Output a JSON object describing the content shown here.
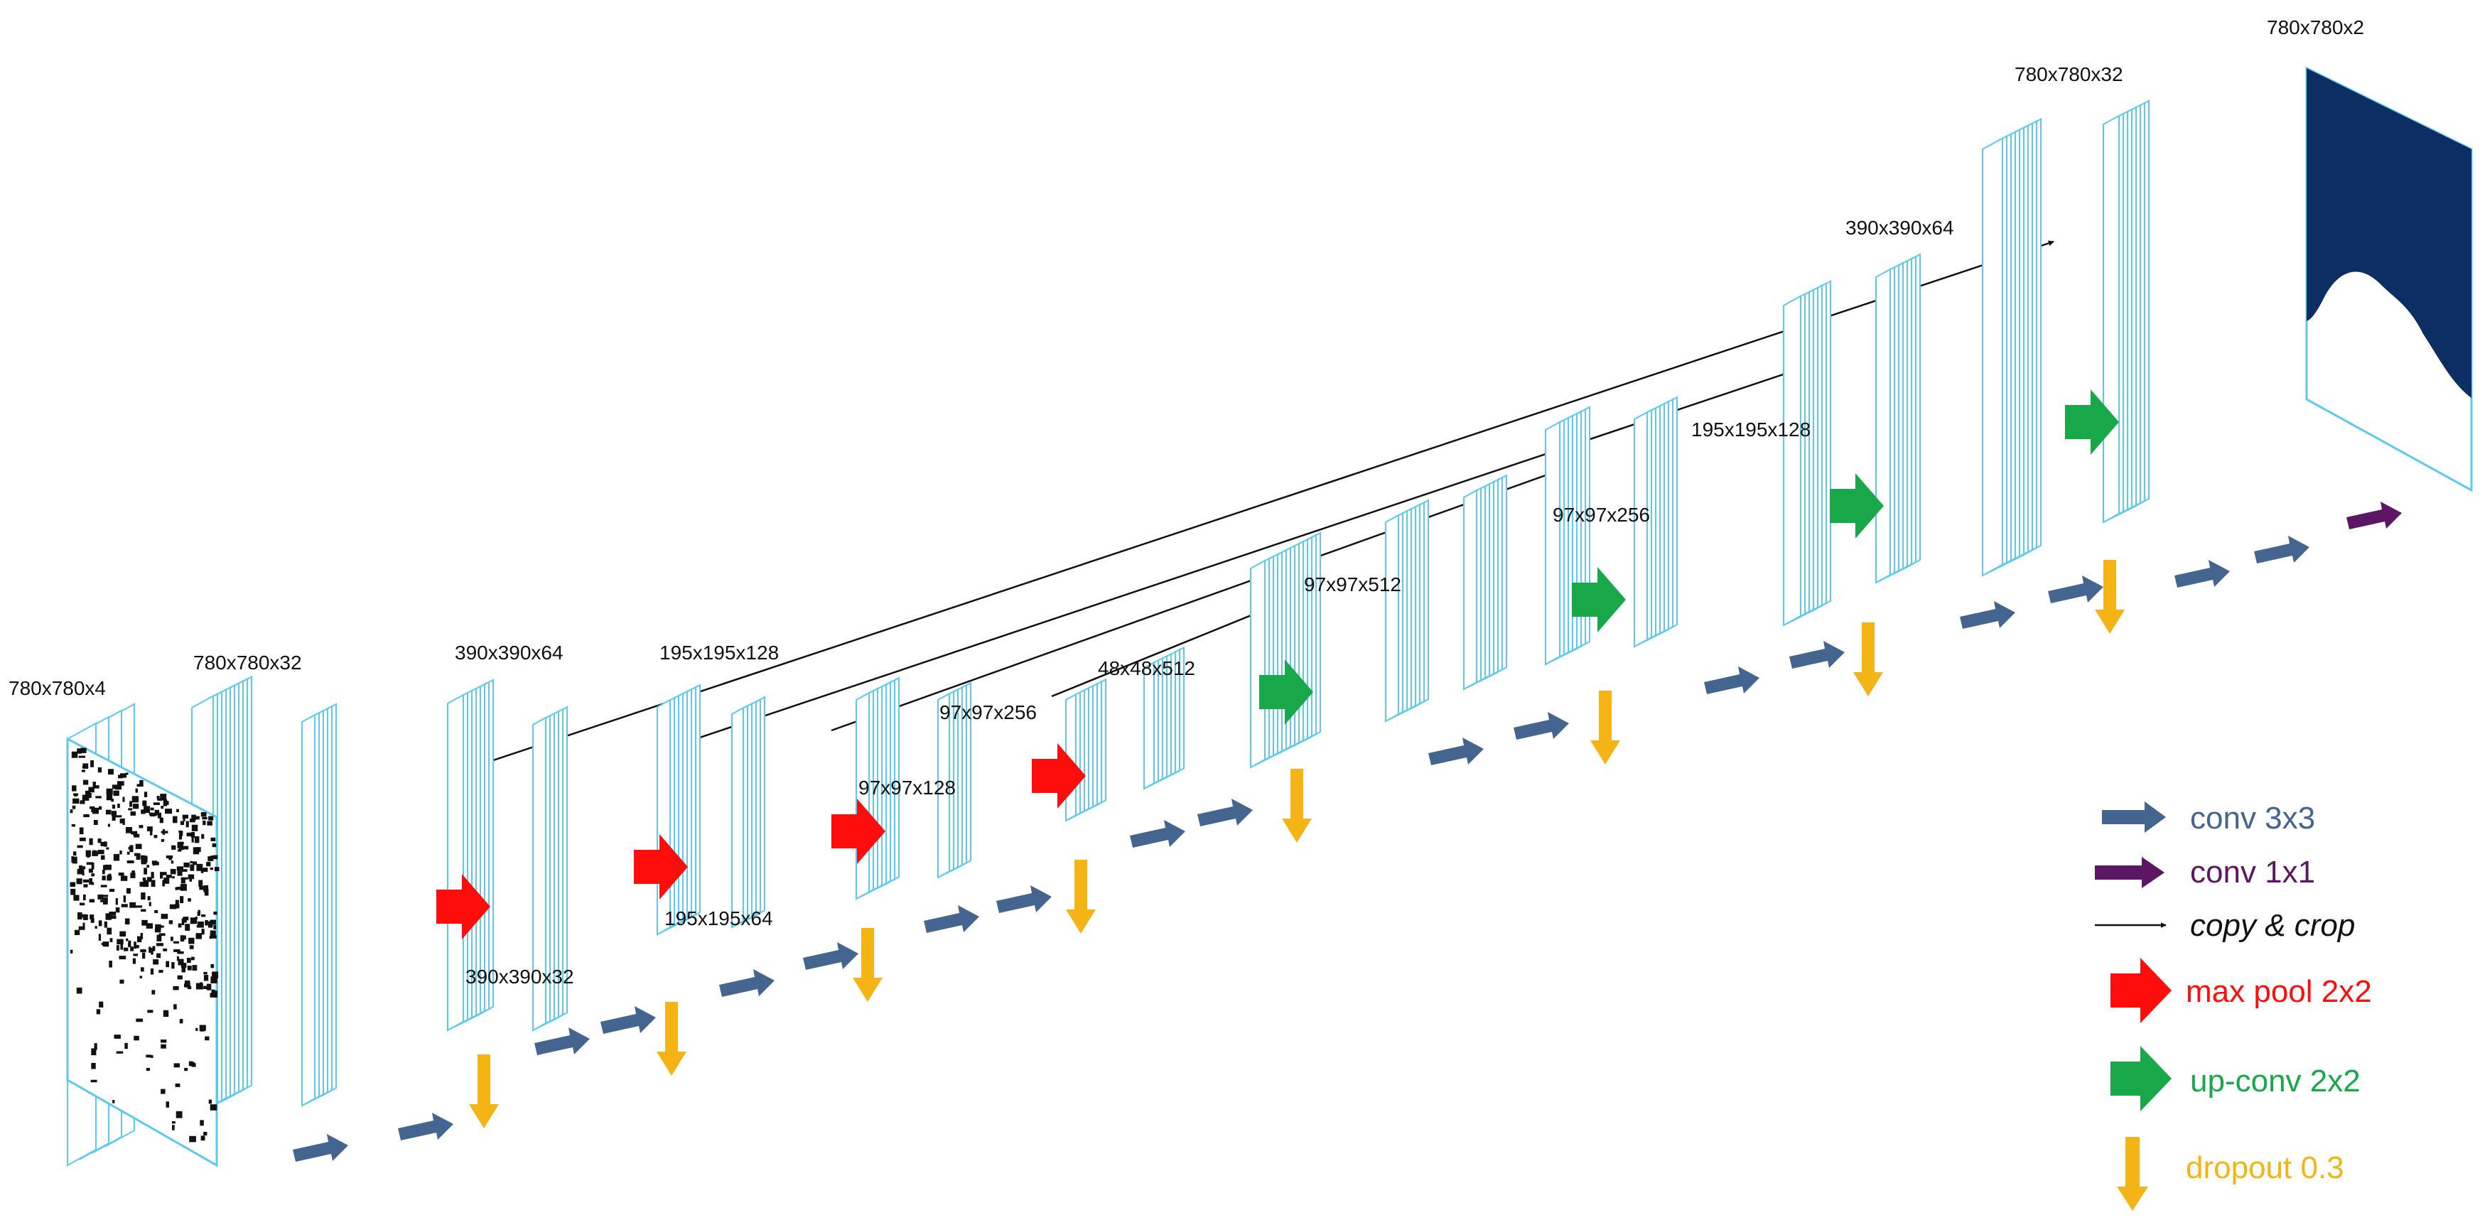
{
  "colors": {
    "panel_fill": "#ffffff",
    "panel_edge": "#5ccaf0",
    "conv3x3": "#44658f",
    "conv1x1": "#5d1663",
    "copy_crop": "#111111",
    "max_pool": "#ff0c0c",
    "up_conv": "#18a84a",
    "dropout": "#f4b416",
    "output_mask": "#0d2e63"
  },
  "labels": {
    "input": "780x780x4",
    "enc1": "780x780x32",
    "enc2_top": "390x390x64",
    "enc2_bottom": "390x390x32",
    "enc3_top": "195x195x128",
    "enc3_bottom": "195x195x64",
    "enc4_a": "97x97x256",
    "enc4_b": "97x97x128",
    "bott_small": "48x48x512",
    "bott_up": "97x97x512",
    "dec4": "97x97x256",
    "dec3": "195x195x128",
    "dec2": "390x390x64",
    "dec1": "780x780x32",
    "output": "780x780x2"
  },
  "legend": [
    {
      "key": "conv3x3",
      "icon": "arrow-right-navy",
      "label": "conv 3x3"
    },
    {
      "key": "conv1x1",
      "icon": "arrow-right-purple",
      "label": "conv 1x1"
    },
    {
      "key": "copy_crop",
      "icon": "thin-arrow-right-black",
      "label": "copy & crop"
    },
    {
      "key": "max_pool",
      "icon": "arrow-right-red",
      "label": "max pool 2x2"
    },
    {
      "key": "up_conv",
      "icon": "arrow-right-green",
      "label": "up-conv 2x2"
    },
    {
      "key": "dropout",
      "icon": "arrow-down-yellow",
      "label": "dropout 0.3"
    }
  ]
}
